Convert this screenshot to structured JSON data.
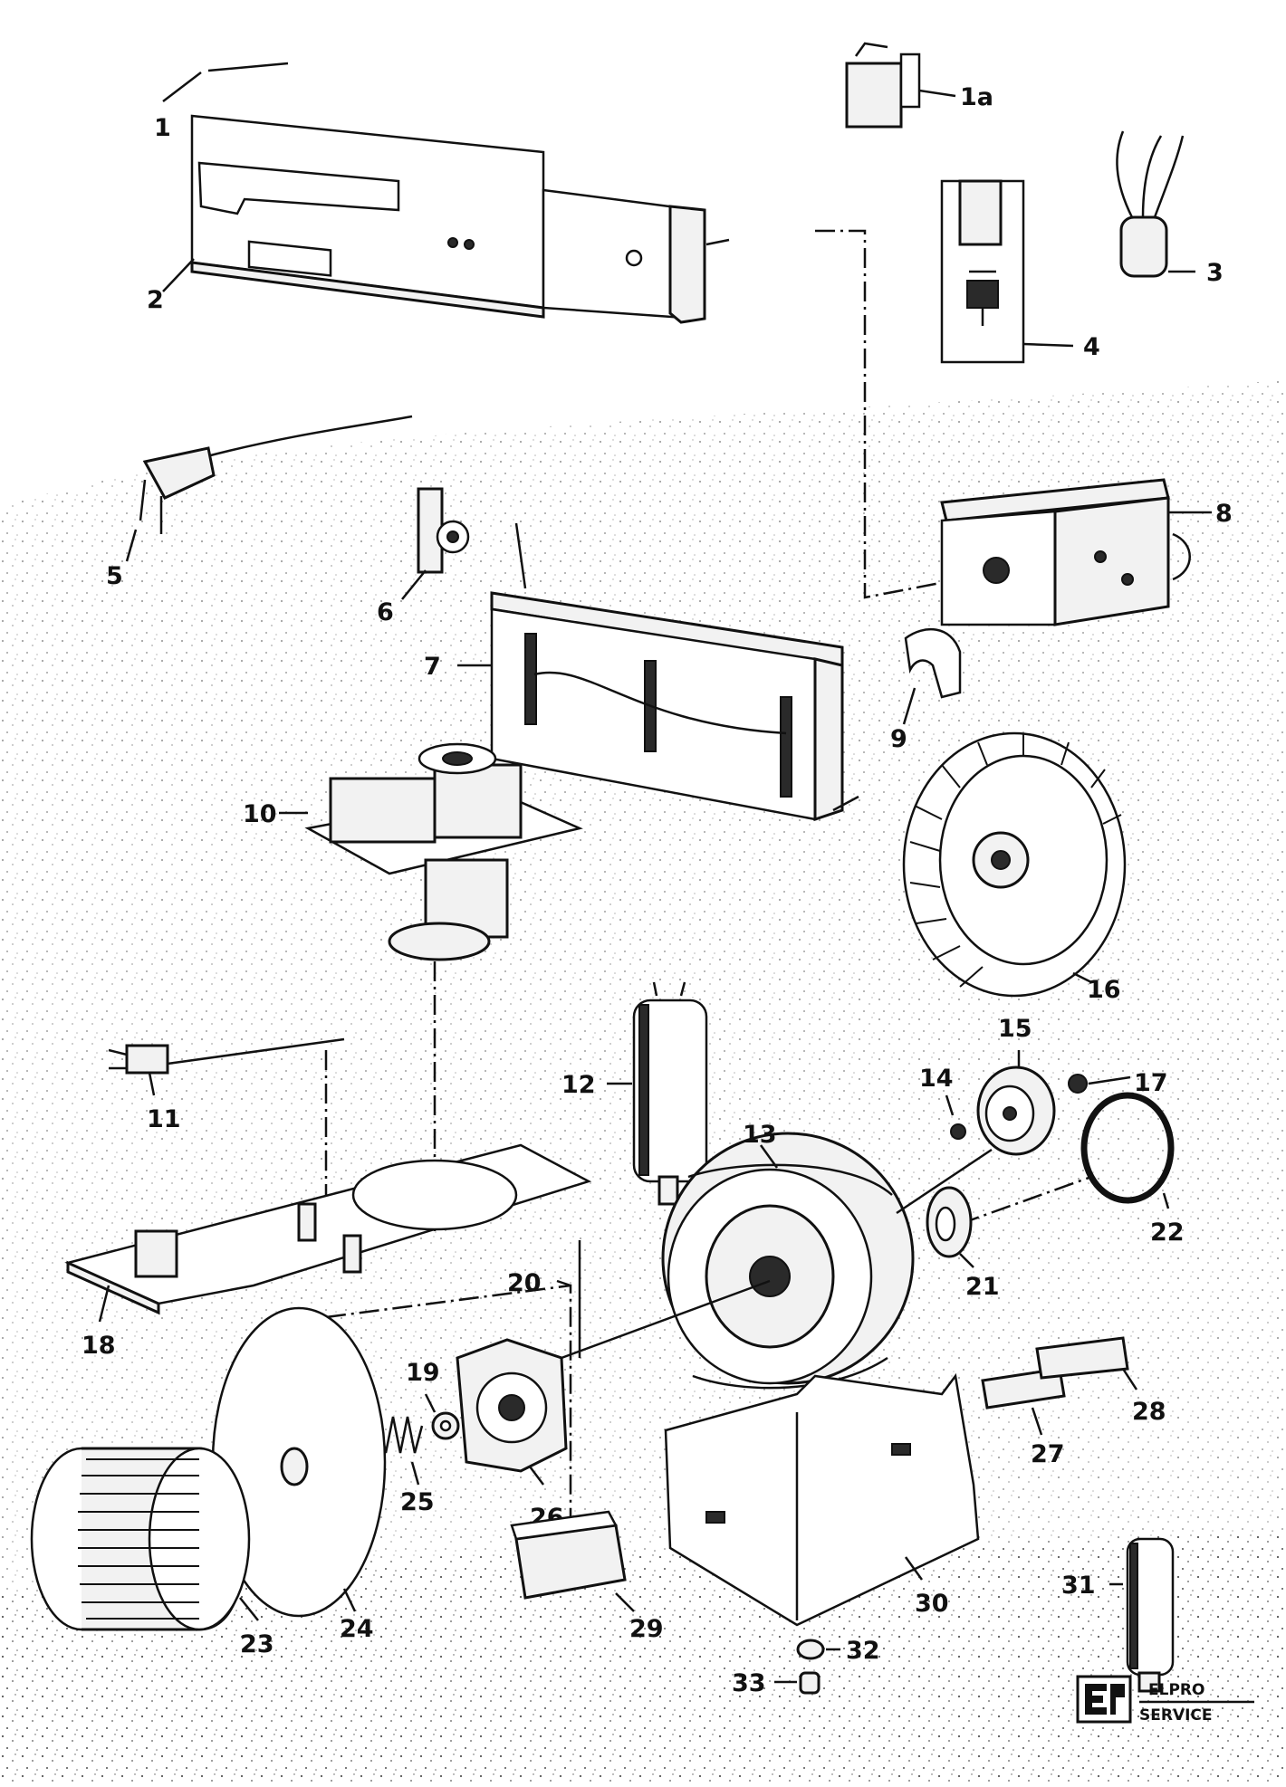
{
  "part_labels": {
    "p1": "1",
    "p1a": "1a",
    "p2": "2",
    "p3": "3",
    "p4": "4",
    "p5": "5",
    "p6": "6",
    "p7": "7",
    "p8": "8",
    "p9": "9",
    "p10": "10",
    "p11": "11",
    "p12": "12",
    "p13": "13",
    "p14": "14",
    "p15": "15",
    "p16": "16",
    "p17": "17",
    "p18": "18",
    "p19": "19",
    "p20": "20",
    "p21": "21",
    "p22": "22",
    "p23": "23",
    "p24": "24",
    "p25": "25",
    "p26": "26",
    "p27": "27",
    "p28": "28",
    "p29": "29",
    "p30": "30",
    "p31": "31",
    "p32": "32",
    "p33": "33"
  },
  "logo": {
    "line1": "ELPRO",
    "line2": "SERVICE"
  },
  "colors": {
    "ink": "#111111",
    "paper": "#ffffff",
    "shade": "#dcdcdc"
  }
}
